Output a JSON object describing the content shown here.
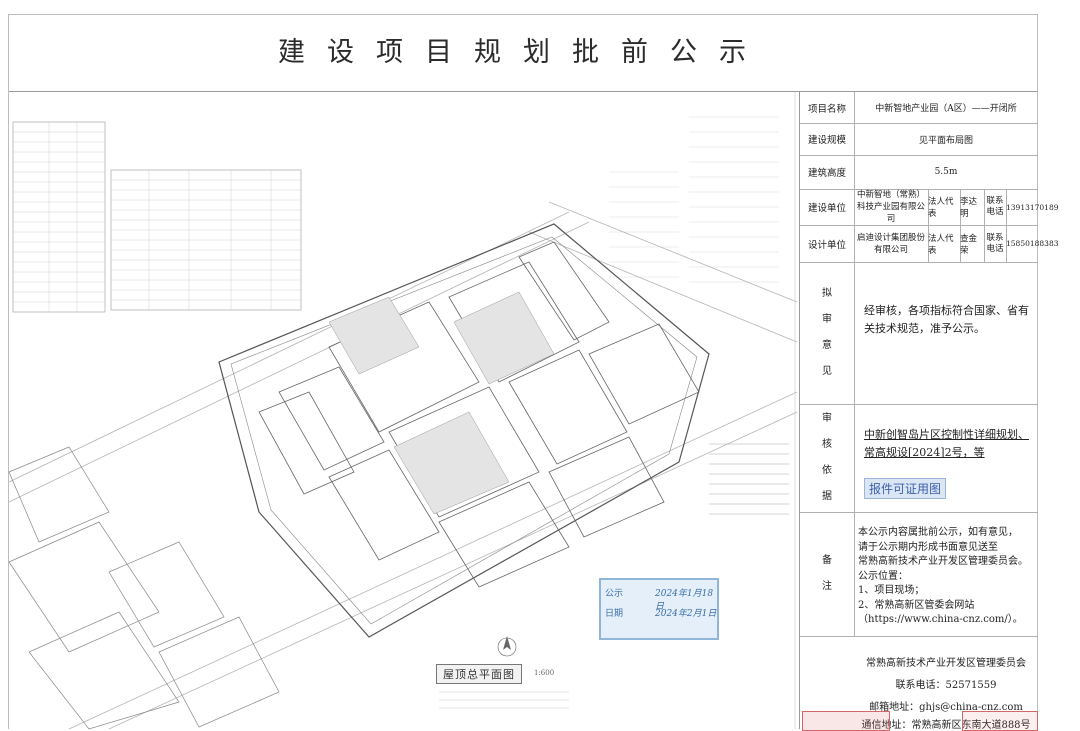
{
  "header": {
    "title": "建设项目规划批前公示"
  },
  "plan": {
    "title": "屋顶总平面图",
    "scale": "1:600",
    "stamp_line1": "公示",
    "stamp_line2": "日期",
    "stamp_date1": "2024年1月18日",
    "stamp_date2": "2024年2月1日"
  },
  "info": {
    "project_name_label": "项目名称",
    "project_name": "中新智地产业园（A区）——开闭所",
    "scale_label": "建设规模",
    "scale_value": "见平面布局图",
    "height_label": "建筑高度",
    "height_value": "5.5m",
    "builder_label": "建设单位",
    "builder_name": "中新智地（常熟）科技产业园有限公司",
    "builder_rep_label": "法人代表",
    "builder_rep": "李达明",
    "builder_phone_label": "联系电话",
    "builder_phone": "13913170189",
    "designer_label": "设计单位",
    "designer_name": "启迪设计集团股份有限公司",
    "designer_rep_label": "法人代表",
    "designer_rep": "查金荣",
    "designer_phone_label": "联系电话",
    "designer_phone": "15850188383"
  },
  "opinion": {
    "label_chars": [
      "拟",
      "审",
      "意",
      "见"
    ],
    "text": "经审核，各项指标符合国家、省有关技术规范，准予公示。"
  },
  "basis": {
    "label_chars": [
      "审",
      "核",
      "依",
      "据"
    ],
    "text": "中新创智岛片区控制性详细规划、常高规设[2024]2号，等",
    "permit_query": "报件可证用图"
  },
  "notes": {
    "label_chars": [
      "备",
      "注"
    ],
    "line1": "本公示内容属批前公示，如有意见，",
    "line2": "请于公示期内形成书面意见送至",
    "line3": "常熟高新技术产业开发区管理委员会。",
    "line4": "公示位置：",
    "line5": "1、项目现场；",
    "line6": "2、常熟高新区管委会网站",
    "line7": "（https://www.china-cnz.com/）。"
  },
  "footer": {
    "org": "常熟高新技术产业开发区管理委员会",
    "phone_label": "联系电话：",
    "phone": "52571559",
    "email_label": "邮箱地址：",
    "email": "ghjs@china-cnz.com",
    "address_label": "通信地址：",
    "address": "常熟高新区东南大道888号"
  },
  "colors": {
    "stamp_blue": "#8fb6d9",
    "stamp_red": "#d06a6a",
    "link_blue": "#3d5fa8"
  }
}
